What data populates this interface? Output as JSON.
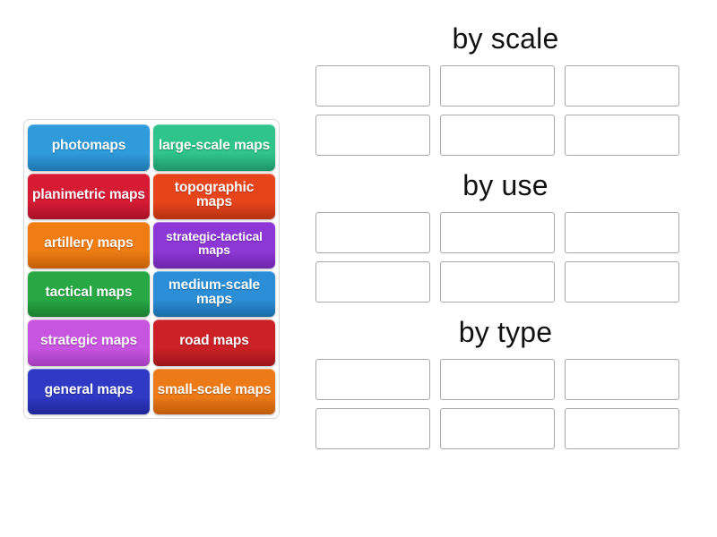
{
  "tray": {
    "name": "word-bank",
    "tiles": [
      {
        "label": "photomaps",
        "color": "#2f9bdb",
        "edge": "#1f76ad",
        "small": false
      },
      {
        "label": "large-scale maps",
        "color": "#2fc48b",
        "edge": "#1f9468",
        "small": false
      },
      {
        "label": "planimetric maps",
        "color": "#d71b35",
        "edge": "#a61127",
        "small": false
      },
      {
        "label": "topographic maps",
        "color": "#e8441b",
        "edge": "#b53213",
        "small": false
      },
      {
        "label": "artillery maps",
        "color": "#f07d14",
        "edge": "#c25f08",
        "small": false
      },
      {
        "label": "strategic-tactical maps",
        "color": "#8e37d7",
        "edge": "#6d26a9",
        "small": true
      },
      {
        "label": "tactical maps",
        "color": "#27a844",
        "edge": "#1a7c31",
        "small": false
      },
      {
        "label": "medium-scale maps",
        "color": "#2b8ed6",
        "edge": "#1c6ba6",
        "small": false
      },
      {
        "label": "strategic maps",
        "color": "#c855e0",
        "edge": "#a13cb8",
        "small": false
      },
      {
        "label": "road maps",
        "color": "#cb2026",
        "edge": "#9a161c",
        "small": false
      },
      {
        "label": "general maps",
        "color": "#2f39c4",
        "edge": "#1f2795",
        "small": false
      },
      {
        "label": "small-scale maps",
        "color": "#ec7a17",
        "edge": "#bd5c09",
        "small": false
      }
    ]
  },
  "categories": [
    {
      "title": "by scale",
      "slots": 6
    },
    {
      "title": "by use",
      "slots": 6
    },
    {
      "title": "by type",
      "slots": 6
    }
  ],
  "colors": {
    "page_background": "#ffffff",
    "tray_border": "#d8d8d8",
    "slot_border": "#a8a8a8",
    "title_text": "#111111",
    "tile_text": "#ffffff"
  }
}
